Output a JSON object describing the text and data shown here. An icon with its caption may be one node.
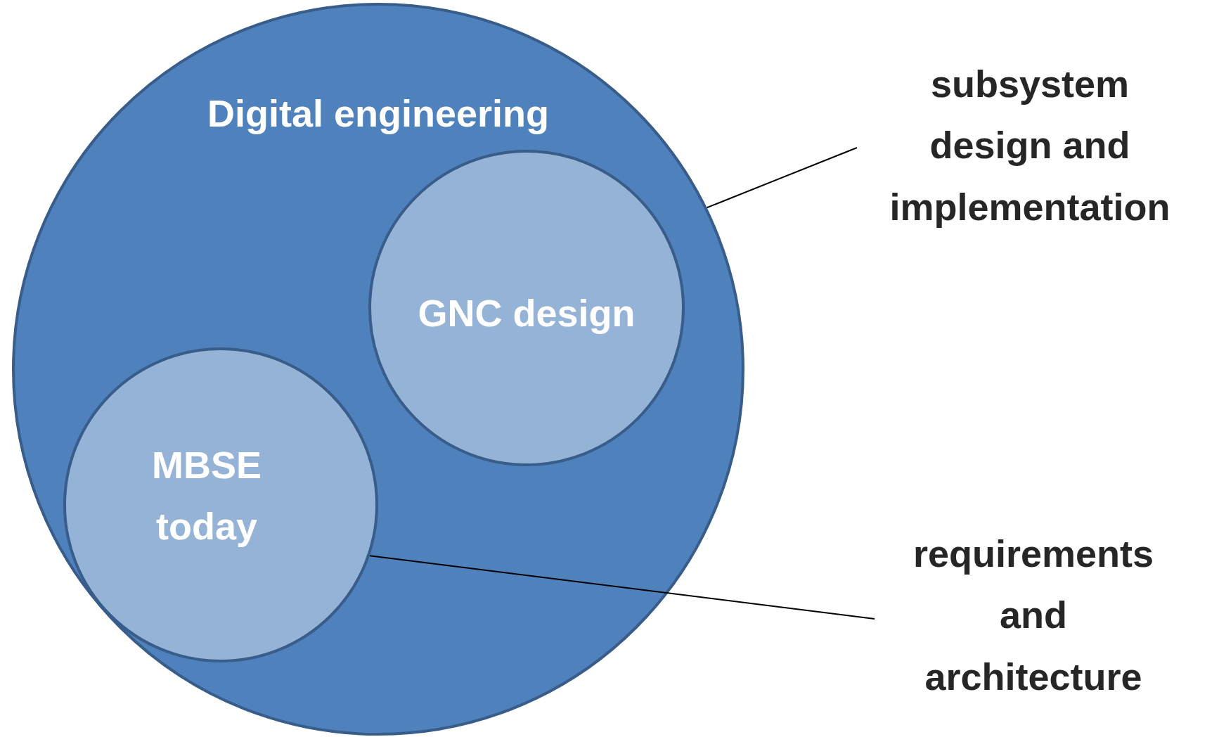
{
  "diagram": {
    "nodes": [
      {
        "text": [
          "Digital engineering"
        ]
      },
      {
        "text": [
          "GNC design"
        ],
        "in": 0
      },
      {
        "text": [
          "MBSE today"
        ],
        "in": 0
      },
      {
        "text": [
          "subsystem design and implementation"
        ]
      },
      {
        "text": [
          "requirements and architecture"
        ]
      }
    ],
    "edges": [
      {
        "from": 3,
        "to": 0,
        "arrow": "none"
      },
      {
        "from": 4,
        "to": 2,
        "arrow": "none"
      }
    ]
  }
}
